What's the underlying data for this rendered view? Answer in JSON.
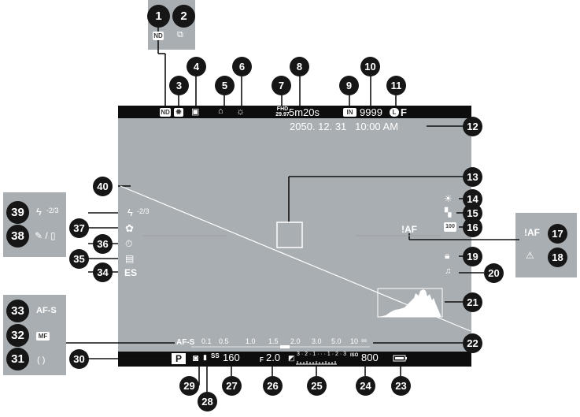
{
  "top_bar": {
    "nd": "ND",
    "movie_mode": "FHD 29.97",
    "remaining_time": "5m20s",
    "memory": "IN",
    "frames_remaining": "9999",
    "image_size": "L",
    "image_quality": "F"
  },
  "datetime": "2050. 12. 31   10:00 AM",
  "left_indicators": {
    "flash": "-2/3",
    "drive": "ES"
  },
  "right_indicators": {
    "film": "100",
    "af_warning": "!AF"
  },
  "side_panels": {
    "top_left_nd": "ND",
    "flash_comp": "-2/3",
    "af_mode": "AF-S",
    "mf": "MF",
    "af_warning": "!AF"
  },
  "distance_scale": {
    "mode": "AF-S",
    "ticks": [
      "0.1",
      "0.5",
      "1.0",
      "1.5",
      "2.0",
      "3.0",
      "5.0",
      "10",
      "∞"
    ]
  },
  "bottom_bar": {
    "shooting_mode": "P",
    "shutter_speed": "160",
    "aperture_f": "F",
    "aperture_value": "2.0",
    "exposure_scale": "3 · 2 · 1 · · · 1 · 2 · 3",
    "iso_label": "ISO",
    "iso_value": "800"
  },
  "callouts": [
    "1",
    "2",
    "3",
    "4",
    "5",
    "6",
    "7",
    "8",
    "9",
    "10",
    "11",
    "12",
    "13",
    "14",
    "15",
    "16",
    "17",
    "18",
    "19",
    "20",
    "21",
    "22",
    "23",
    "24",
    "25",
    "26",
    "27",
    "28",
    "29",
    "30",
    "31",
    "32",
    "33",
    "34",
    "35",
    "36",
    "37",
    "38",
    "39",
    "40"
  ]
}
